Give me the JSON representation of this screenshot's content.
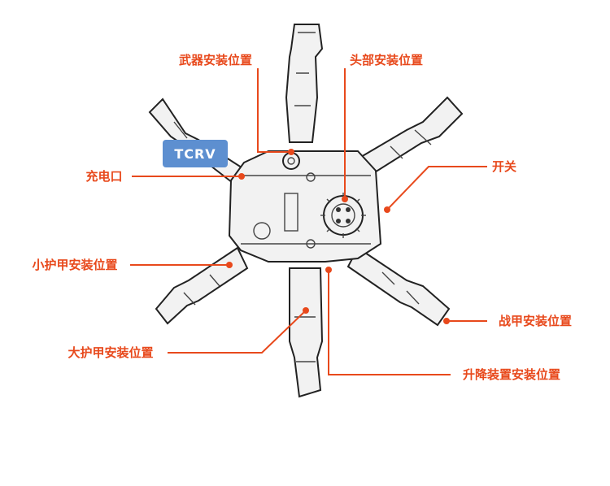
{
  "accent_color": "#e8491c",
  "brand": {
    "text": "TCRV"
  },
  "labels": {
    "weapon": "武器安装位置",
    "head": "头部安装位置",
    "charge": "充电口",
    "switch": "开关",
    "small_armor": "小护甲安装位置",
    "battle_armor": "战甲安装位置",
    "big_armor": "大护甲安装位置",
    "lift": "升降装置安装位置"
  }
}
